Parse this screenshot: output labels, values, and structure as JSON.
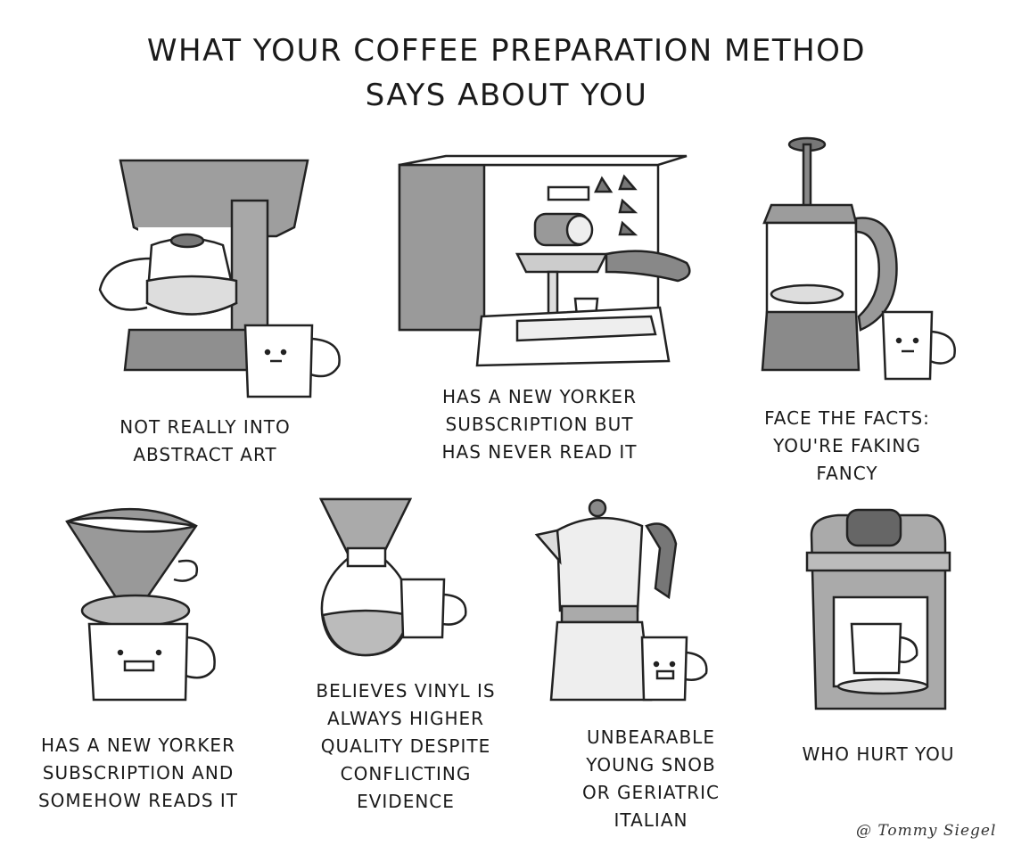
{
  "title": {
    "line1": "WHAT YOUR COFFEE PREPARATION METHOD",
    "line2": "SAYS ABOUT YOU"
  },
  "panels": [
    {
      "method_icon": "drip-coffee-maker-icon",
      "caption": [
        "NOT REALLY INTO",
        "ABSTRACT ART"
      ]
    },
    {
      "method_icon": "espresso-machine-icon",
      "caption": [
        "HAS A NEW YORKER",
        "SUBSCRIPTION BUT",
        "HAS NEVER READ IT"
      ]
    },
    {
      "method_icon": "french-press-icon",
      "caption": [
        "FACE THE FACTS:",
        "YOU'RE FAKING",
        "FANCY"
      ]
    },
    {
      "method_icon": "pour-over-dripper-icon",
      "caption": [
        "HAS A NEW YORKER",
        "SUBSCRIPTION AND",
        "SOMEHOW READS IT"
      ]
    },
    {
      "method_icon": "chemex-icon",
      "caption": [
        "BELIEVES VINYL IS",
        "ALWAYS HIGHER",
        "QUALITY DESPITE",
        "CONFLICTING",
        "EVIDENCE"
      ]
    },
    {
      "method_icon": "moka-pot-icon",
      "caption": [
        "UNBEARABLE",
        "YOUNG SNOB",
        "OR GERIATRIC",
        "ITALIAN"
      ]
    },
    {
      "method_icon": "pod-machine-icon",
      "caption": [
        "WHO HURT YOU"
      ]
    }
  ],
  "signature": "@ Tommy Siegel"
}
